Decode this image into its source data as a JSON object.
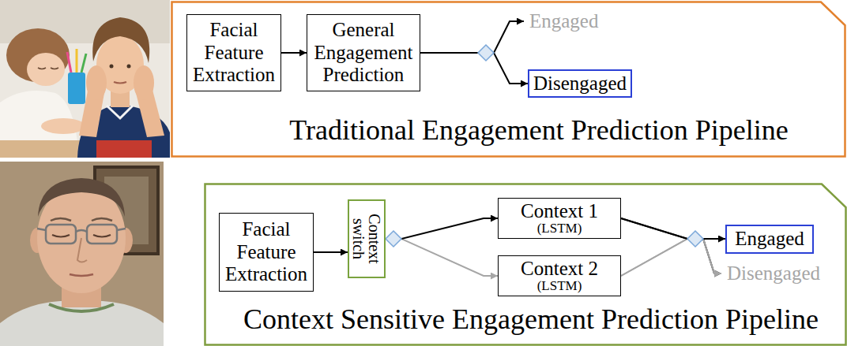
{
  "diagram": {
    "nodes": [
      {
        "text": [
          "Traditional Engagement Prediction Pipeline"
        ]
      },
      {
        "text": [
          "Facial Feature Extraction"
        ],
        "in": 0
      },
      {
        "text": [
          "General Engagement Prediction"
        ],
        "in": 0
      },
      {
        "text": [
          "Engaged"
        ],
        "in": 0
      },
      {
        "text": [
          "Disengaged"
        ],
        "in": 0
      },
      {
        "text": [
          "Context Sensitive Engagement Prediction Pipeline"
        ]
      },
      {
        "text": [
          "Facial Feature Extraction"
        ],
        "in": 5
      },
      {
        "text": [
          "Context switch"
        ],
        "in": 5
      },
      {
        "text": [
          "Context 1",
          "(LSTM)"
        ],
        "in": 5
      },
      {
        "text": [
          "Context 2",
          "(LSTM)"
        ],
        "in": 5
      },
      {
        "text": [
          "Engaged"
        ],
        "in": 5
      },
      {
        "text": [
          "Disengaged"
        ],
        "in": 5
      }
    ],
    "edges": [
      {
        "from": 1,
        "to": 2,
        "arrow": "to"
      },
      {
        "from": 2,
        "to": 3,
        "arrow": "to"
      },
      {
        "from": 2,
        "to": 4,
        "arrow": "to"
      },
      {
        "from": 6,
        "to": 7,
        "arrow": "to"
      },
      {
        "from": 7,
        "to": 9,
        "arrow": "to"
      },
      {
        "from": 7,
        "to": 8,
        "arrow": "to"
      },
      {
        "from": 8,
        "to": 11,
        "arrow": "to"
      },
      {
        "from": 9,
        "to": 11,
        "arrow": "to"
      },
      {
        "from": 9,
        "to": 10,
        "arrow": "to"
      },
      {
        "from": 8,
        "to": 10,
        "arrow": "to"
      }
    ]
  }
}
